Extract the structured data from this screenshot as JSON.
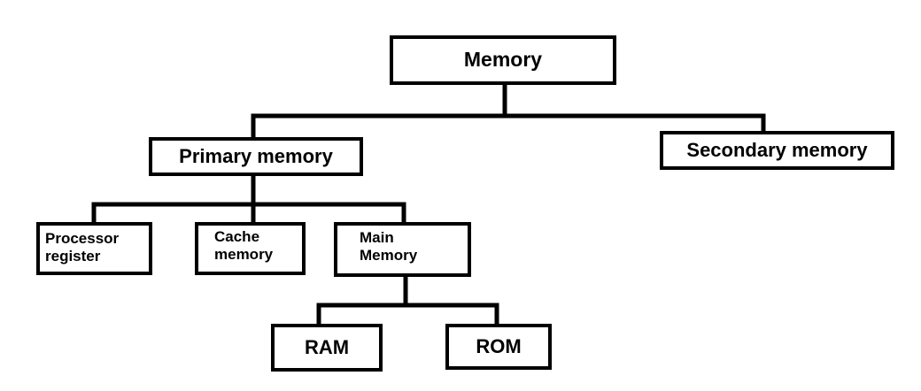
{
  "diagram": {
    "root": "Memory",
    "primary": "Primary memory",
    "secondary": "Secondary memory",
    "processor_register": "Processor\nregister",
    "cache_memory": "Cache\nmemory",
    "main_memory": "Main\nMemory",
    "ram": "RAM",
    "rom": "ROM"
  }
}
